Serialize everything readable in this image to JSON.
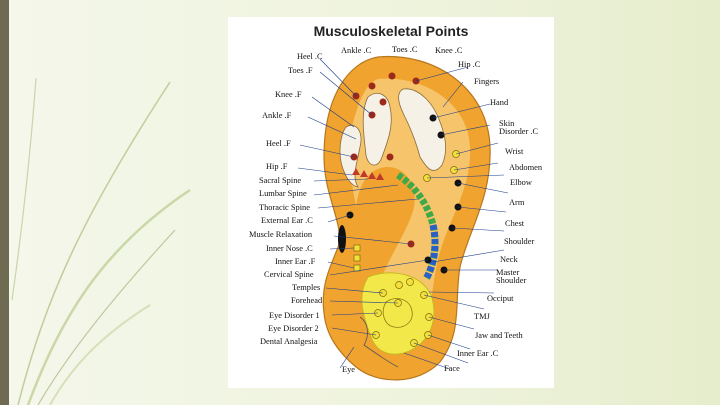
{
  "title": "Musculoskeletal Points",
  "labels": {
    "ankle_c": "Ankle .C",
    "toes_c": "Toes .C",
    "knee_c": "Knee .C",
    "heel_c": "Heel .C",
    "hip_c": "Hip .C",
    "toes_f": "Toes .F",
    "fingers": "Fingers",
    "knee_f": "Knee .F",
    "hand": "Hand",
    "ankle_f": "Ankle .F",
    "skin_disorder_c": "Skin\nDisorder .C",
    "heel_f": "Heel .F",
    "wrist": "Wrist",
    "hip_f": "Hip .F",
    "abdomen": "Abdomen",
    "sacral_spine": "Sacral Spine",
    "elbow": "Elbow",
    "lumbar_spine": "Lumbar Spine",
    "arm": "Arm",
    "thoracic_spine": "Thoracic Spine",
    "external_ear_c": "External Ear .C",
    "chest": "Chest",
    "muscle_relaxation": "Muscle Relaxation",
    "shoulder": "Shoulder",
    "inner_nose_c": "Inner Nose .C",
    "inner_ear_f": "Inner Ear .F",
    "neck": "Neck",
    "cervical_spine": "Cervical Spine",
    "master_shoulder": "Master\nShoulder",
    "temples": "Temples",
    "occiput": "Occiput",
    "forehead": "Forehead",
    "eye_disorder_1": "Eye Disorder 1",
    "tmj": "TMJ",
    "eye_disorder_2": "Eye Disorder 2",
    "jaw_and_teeth": "Jaw and Teeth",
    "dental_analgesia": "Dental Analgesia",
    "inner_ear_c": "Inner Ear .C",
    "eye": "Eye",
    "face": "Face"
  },
  "colors": {
    "ear_outer": "#f0a32e",
    "ear_inner": "#f6c56b",
    "lobe": "#f3e84a",
    "spine_green": "#3ea84a",
    "spine_blue": "#2a5fc6",
    "point_red": "#9b2a1c",
    "point_black": "#111111",
    "point_yellow": "#f5e03a"
  }
}
